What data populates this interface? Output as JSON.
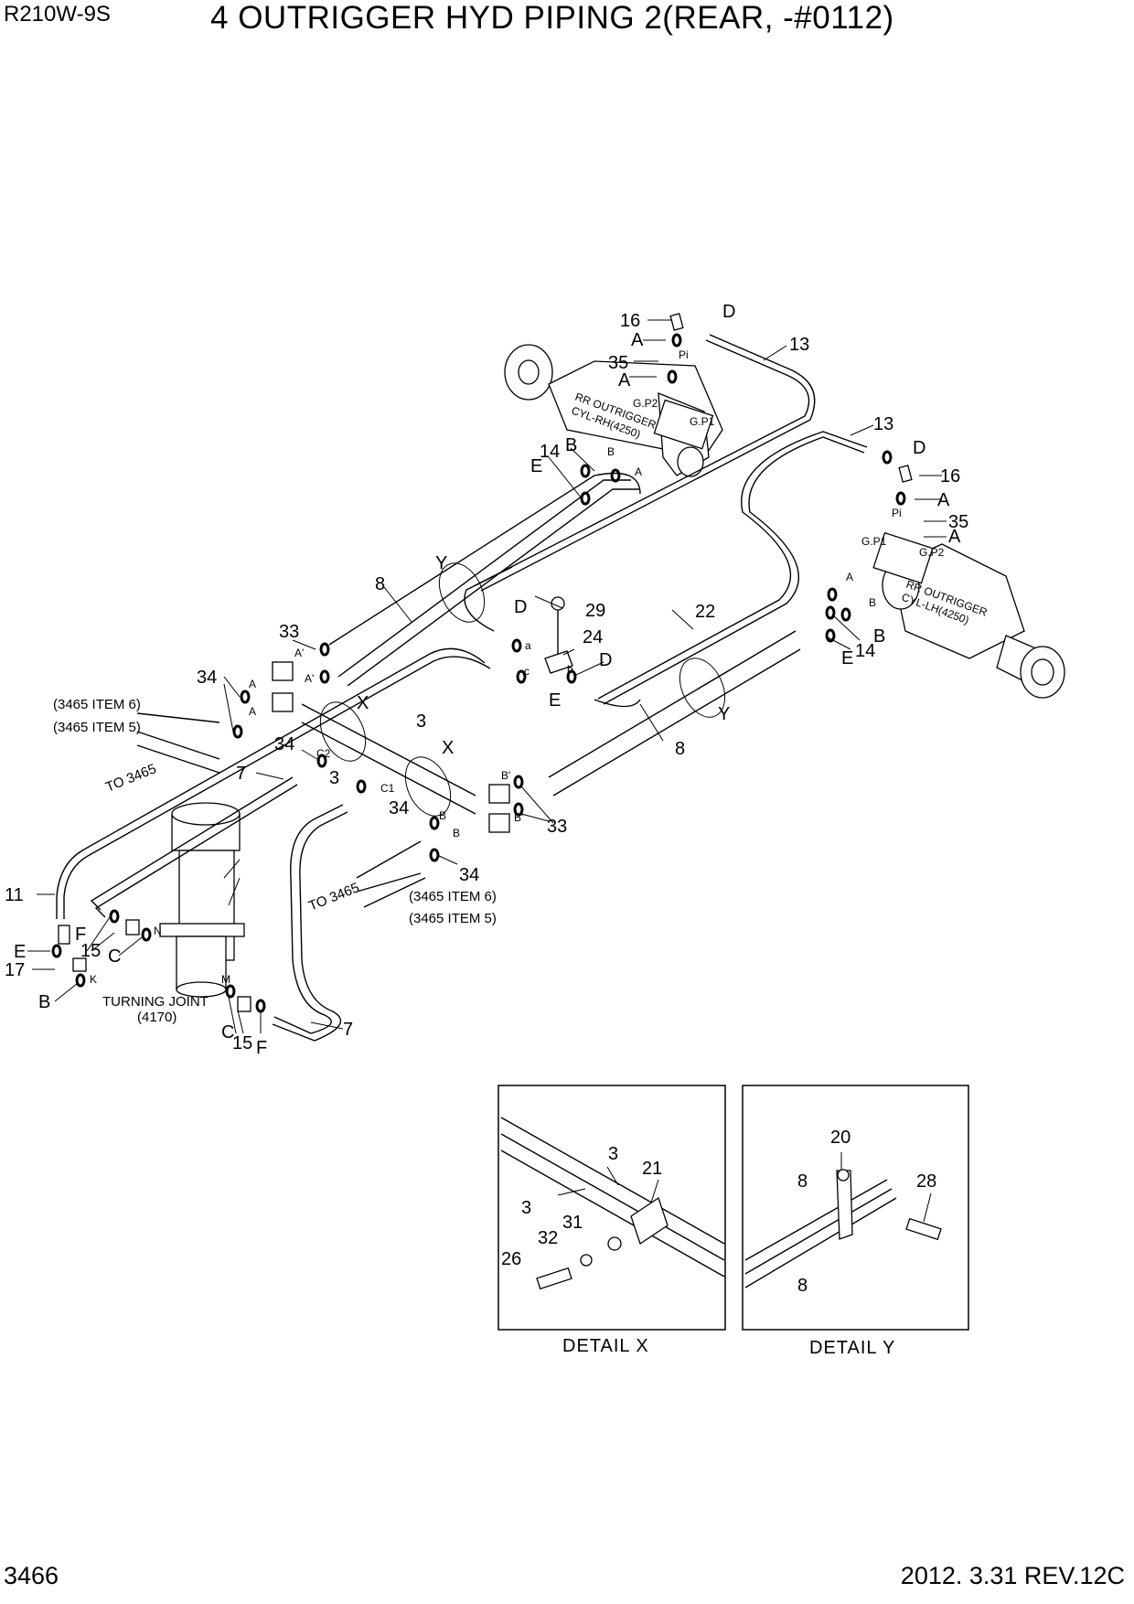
{
  "header": {
    "model": "R210W-9S",
    "title": "4 OUTRIGGER HYD PIPING 2(REAR, -#0112)"
  },
  "footer": {
    "page_number": "3466",
    "revision": "2012. 3.31  REV.12C"
  },
  "components": {
    "rr_cylinder": [
      "RR OUTRIGGER",
      "CYL-RH(4250)"
    ],
    "rl_cylinder": [
      "RR OUTRIGGER",
      "CYL-LH(4250)"
    ],
    "turning_joint": [
      "TURNING JOINT",
      "(4170)"
    ]
  },
  "references": {
    "item6": "(3465 ITEM 6)",
    "item5": "(3465 ITEM 5)",
    "to": "TO 3465"
  },
  "details": {
    "x": "DETAIL  X",
    "y": "DETAIL  Y"
  },
  "callouts": {
    "n16": "16",
    "n35": "35",
    "n13": "13",
    "n14": "14",
    "n8": "8",
    "n33": "33",
    "n34": "34",
    "n29": "29",
    "n24": "24",
    "n22": "22",
    "n3": "3",
    "n7": "7",
    "n11": "11",
    "n15": "15",
    "n17": "17",
    "n20": "20",
    "n21": "21",
    "n26": "26",
    "n28": "28",
    "n31": "31",
    "n32": "32",
    "A": "A",
    "B": "B",
    "C": "C",
    "D": "D",
    "E": "E",
    "F": "F",
    "X": "X",
    "Y": "Y"
  },
  "ports": {
    "pi": "Pi",
    "gp1": "G.P1",
    "gp2": "G.P2",
    "a": "A",
    "b": "B",
    "a_prime": "A'",
    "b_prime": "B'",
    "c1": "C1",
    "c2": "C2",
    "k": "K",
    "m": "M",
    "n": "N",
    "pa": "a",
    "pb": "b",
    "pc": "c"
  }
}
